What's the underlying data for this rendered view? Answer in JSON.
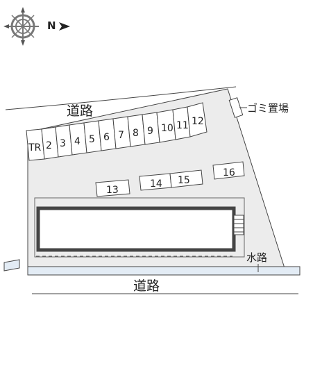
{
  "compass": {
    "direction_label": "N",
    "icon": "compass-rose-icon"
  },
  "labels": {
    "road_top": "道路",
    "road_bottom": "道路",
    "waterway": "水路",
    "garbage": "ゴミ置場"
  },
  "parking_row": [
    "TR",
    "2",
    "3",
    "4",
    "5",
    "6",
    "7",
    "8",
    "9",
    "10",
    "11",
    "12"
  ],
  "parking_lower": [
    "13",
    "14",
    "15",
    "16"
  ],
  "colors": {
    "lot": "#ececec",
    "water": "#e3ecf5",
    "line": "#333333",
    "building": "#444444"
  }
}
